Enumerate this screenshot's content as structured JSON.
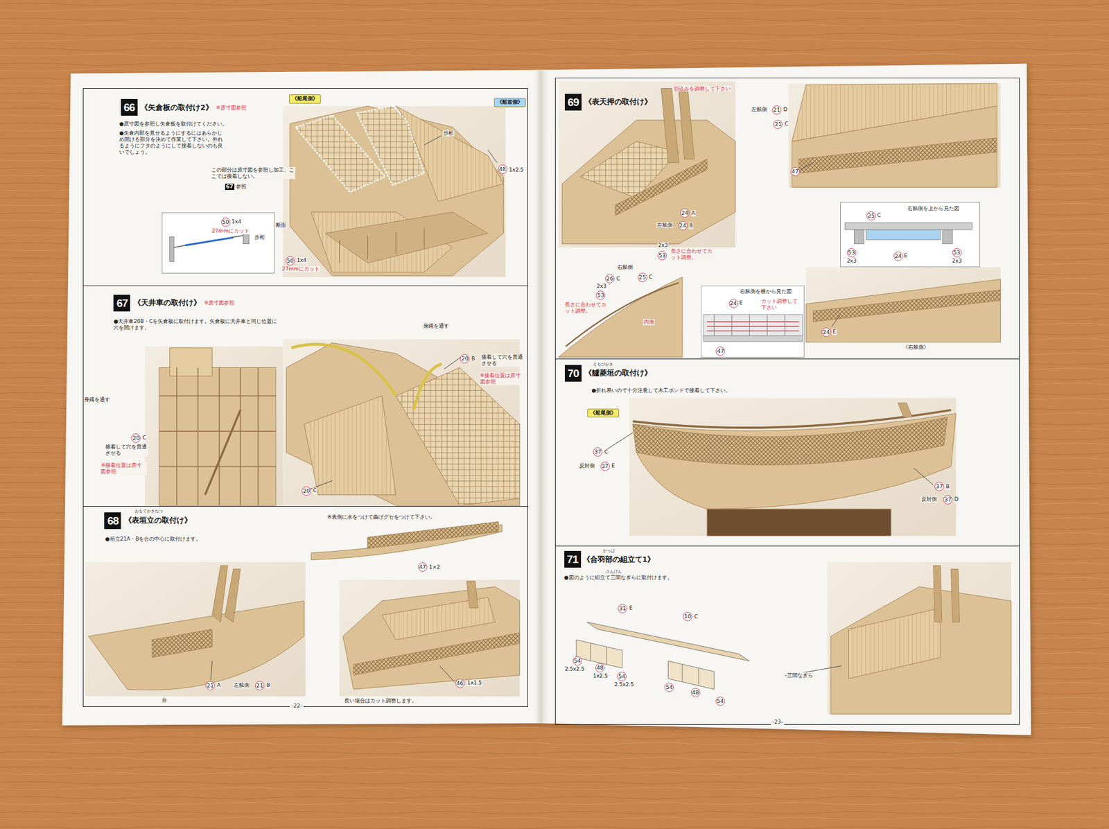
{
  "diagram": {
    "nodes": [
      {
        "text": [
          "-22-"
        ]
      },
      {
        "text": [
          "66",
          "《矢倉板の取付け2》",
          "※原寸図参照",
          "●原寸図を参照し矢倉板を取付けてください。",
          "●矢倉内部を見せるようにするにはあらかじめ開ける部分を決めて作業して下さい。外れるようにフタのようにして接着しないのも良いでしょう。"
        ],
        "in": 0
      },
      {
        "text": [
          "《船尾側》"
        ],
        "in": 1
      },
      {
        "text": [
          "《船首側》"
        ],
        "in": 1
      },
      {
        "text": [
          "50",
          "1x4",
          "27mmにカット",
          "歩桁"
        ],
        "in": 1
      },
      {
        "text": [
          "67",
          "《天井車の取付け》",
          "※原寸図参照",
          "●天井車20B・Cを矢倉板に取付けます。矢倉板に天井車と同じ位置に穴を開けます。"
        ],
        "in": 0
      },
      {
        "text": [
          "おもてかきたつ",
          "68",
          "《表垣立の取付け》",
          "●垣立21A・Bを台の中心に取付けます。"
        ],
        "in": 0
      },
      {
        "text": [
          "-23-"
        ]
      },
      {
        "text": [
          "69",
          "《表天押の取付け》"
        ],
        "in": 7
      },
      {
        "text": [
          "右舷側を上から見た図",
          "25",
          "C",
          "53",
          "2x3",
          "24",
          "E",
          "53",
          "2x3"
        ],
        "in": 8
      },
      {
        "text": [
          "右舷側を横から見た図",
          "24",
          "E",
          "カット調整して下さい",
          "47"
        ],
        "in": 8
      },
      {
        "text": [
          "ともびがき",
          "70",
          "《艫菱垣の取付け》",
          "●折れ易いので十分注意して木工ボンドで接着して下さい。"
        ],
        "in": 7
      },
      {
        "text": [
          "《船尾側》"
        ],
        "in": 11
      },
      {
        "text": [
          "かっぱ",
          "71",
          "《合羽部の組立て1》",
          "さんげん",
          "●図のように組立て三間なぎらに取付けます。"
        ],
        "in": 7
      }
    ],
    "labels": [
      "歩桁",
      "48",
      "1x2.5",
      "この部分は原寸図を参照し加工、ここでは接着しない。",
      "67",
      "参照",
      "断面",
      "50",
      "1x4",
      "27mmにカット",
      "身縄を通す",
      "20",
      "B",
      "接着して穴を貫通させる",
      "※接着位置は原寸図参照",
      "身縄を通す",
      "20",
      "C",
      "接着して穴を貫通させる",
      "※接着位置は原寸図参照",
      "20",
      "C",
      "※表側に水をつけて曲げグセをつけて下さい。",
      "47",
      "1×2",
      "台",
      "21",
      "A",
      "左舷側",
      "21",
      "B",
      "46",
      "1x1.5",
      "長い場合はカット調整します。",
      "切込みを調整して下さい",
      "左舷側",
      "21",
      "D",
      "21",
      "C",
      "47",
      "24",
      "A",
      "左舷側",
      "24",
      "B",
      "2x3",
      "53",
      "長さに合わせてカット調整。",
      "右舷側",
      "25",
      "C",
      "26",
      "C",
      "2x3",
      "53",
      "長さに合わせてカット調整。",
      "内側",
      "24",
      "E",
      "《右舷側》",
      "37",
      "C",
      "反対側",
      "37",
      "E",
      "37",
      "B",
      "反対側",
      "37",
      "D",
      "31",
      "E",
      "10",
      "C",
      "54",
      "2.5x2.5",
      "48",
      "1x2.5",
      "54",
      "2.5x2.5",
      "54",
      "48",
      "54",
      "三間なぎら"
    ]
  }
}
